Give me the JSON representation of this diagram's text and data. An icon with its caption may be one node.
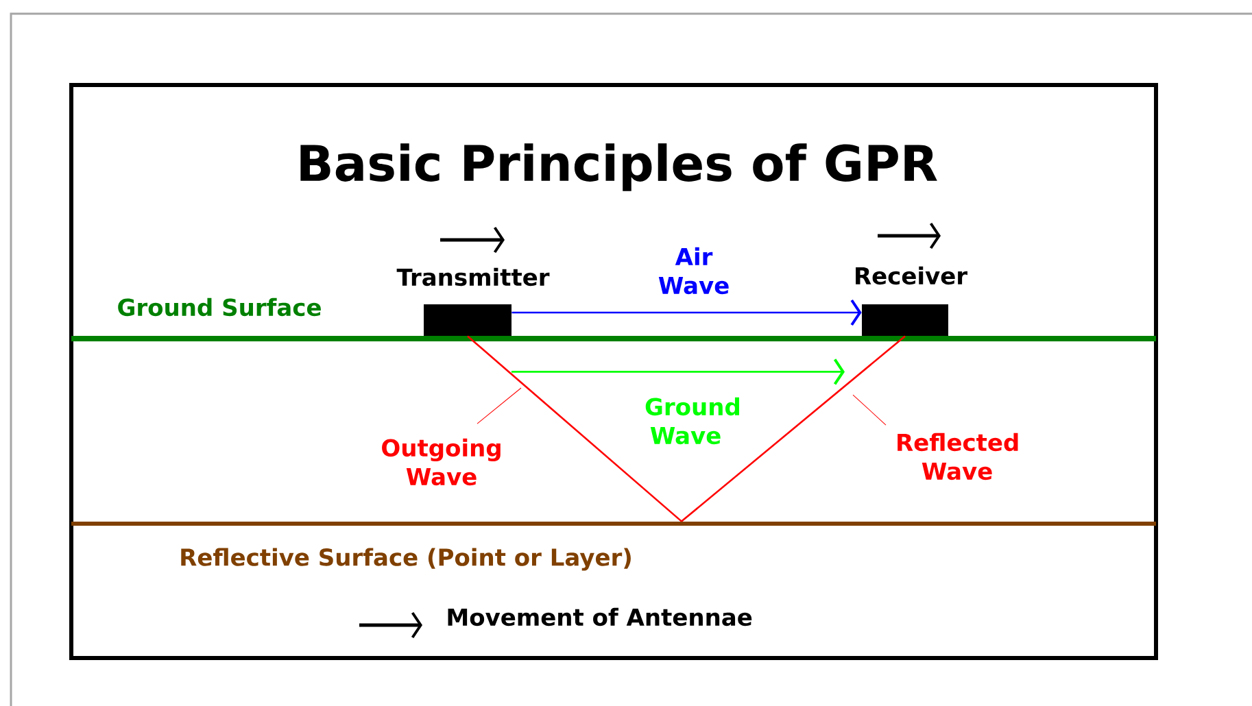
{
  "diagram": {
    "title": "Basic Principles of GPR",
    "nodes": [
      {
        "text": [
          "Transmitter"
        ]
      },
      {
        "text": [
          "Receiver"
        ]
      },
      {
        "text": [
          "Reflective Surface (Point or Layer)"
        ]
      }
    ],
    "edges": [
      {
        "from": 0,
        "to": 1,
        "arrow": "to",
        "label": "Air Wave",
        "color": "#0000ff"
      },
      {
        "from": 0,
        "to": 1,
        "arrow": "to",
        "label": "Ground Wave",
        "color": "#00ff00"
      },
      {
        "from": 0,
        "to": 2,
        "arrow": "none",
        "label": "Outgoing Wave",
        "color": "#ff0000"
      },
      {
        "from": 2,
        "to": 1,
        "arrow": "none",
        "label": "Reflected Wave",
        "color": "#ff0000"
      }
    ],
    "labels": [
      "Ground Surface",
      "Movement of Antennae"
    ]
  }
}
